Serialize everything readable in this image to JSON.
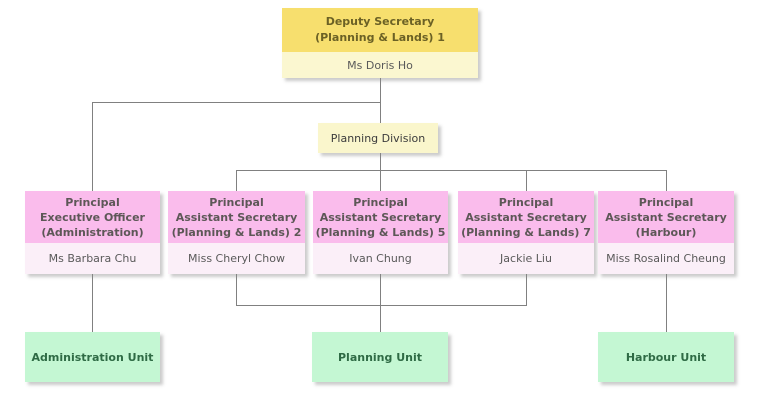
{
  "colors": {
    "deputy_header_bg": "#f7df6e",
    "deputy_body_bg": "#fbf7d0",
    "deputy_header_text": "#6b6125",
    "division_bg": "#faf6cc",
    "officer_header_bg": "#fabcec",
    "officer_body_bg": "#fbeff8",
    "officer_header_text": "#5d5757",
    "unit_bg": "#c4f7d3",
    "unit_text": "#2f6b45",
    "person_name_text": "#5a5a5a",
    "connector_line": "#808080",
    "background": "#ffffff"
  },
  "deputy": {
    "title": "Deputy Secretary\n(Planning & Lands) 1",
    "person": "Ms Doris Ho"
  },
  "division": {
    "label": "Planning Division"
  },
  "officers": [
    {
      "title": "Principal\nExecutive Officer\n(Administration)",
      "person": "Ms Barbara Chu"
    },
    {
      "title": "Principal\nAssistant Secretary\n(Planning & Lands) 2",
      "person": "Miss Cheryl Chow"
    },
    {
      "title": "Principal\nAssistant Secretary\n(Planning & Lands) 5",
      "person": "Ivan Chung"
    },
    {
      "title": "Principal\nAssistant Secretary\n(Planning & Lands) 7",
      "person": "Jackie Liu"
    },
    {
      "title": "Principal\nAssistant Secretary\n(Harbour)",
      "person": "Miss Rosalind Cheung"
    }
  ],
  "units": [
    {
      "label": "Administration Unit"
    },
    {
      "label": "Planning Unit"
    },
    {
      "label": "Harbour Unit"
    }
  ]
}
